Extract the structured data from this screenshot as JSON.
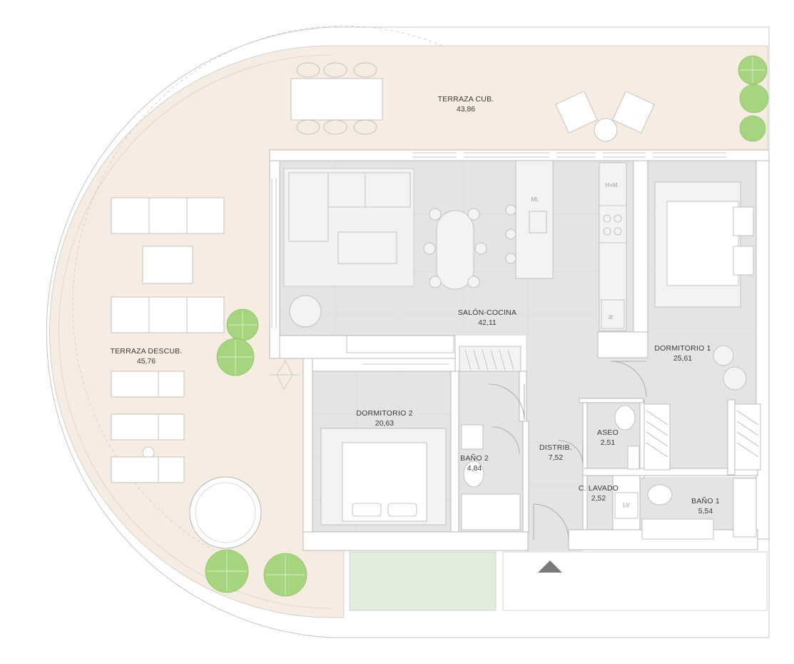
{
  "rooms": {
    "terraza_cub": {
      "name": "TERRAZA CUB.",
      "area": "43,86"
    },
    "terraza_descub": {
      "name": "TERRAZA DESCUB.",
      "area": "45,76"
    },
    "salon_cocina": {
      "name": "SALÓN-COCINA",
      "area": "42,11"
    },
    "dormitorio_1": {
      "name": "DORMITORIO 1",
      "area": "25,61"
    },
    "dormitorio_2": {
      "name": "DORMITORIO 2",
      "area": "20,63"
    },
    "bano_2": {
      "name": "BAÑO 2",
      "area": "4,84"
    },
    "distrib": {
      "name": "DISTRIB.",
      "area": "7,52"
    },
    "aseo": {
      "name": "ASEO",
      "area": "2,51"
    },
    "c_lavado": {
      "name": "C. LAVADO",
      "area": "2,52"
    },
    "bano_1": {
      "name": "BAÑO 1",
      "area": "5,54"
    }
  },
  "fixtures": {
    "ml": "ML",
    "hm": "H+M",
    "n": "N",
    "lv": "LV"
  },
  "colors": {
    "terrace_floor": "#f7ece1",
    "interior_floor": "#e4e4e4",
    "lawn": "#e3eddc",
    "plant": "#a7d47e",
    "plant_dark": "#7fb955",
    "wall": "#ffffff",
    "line": "#b5b5b5"
  }
}
